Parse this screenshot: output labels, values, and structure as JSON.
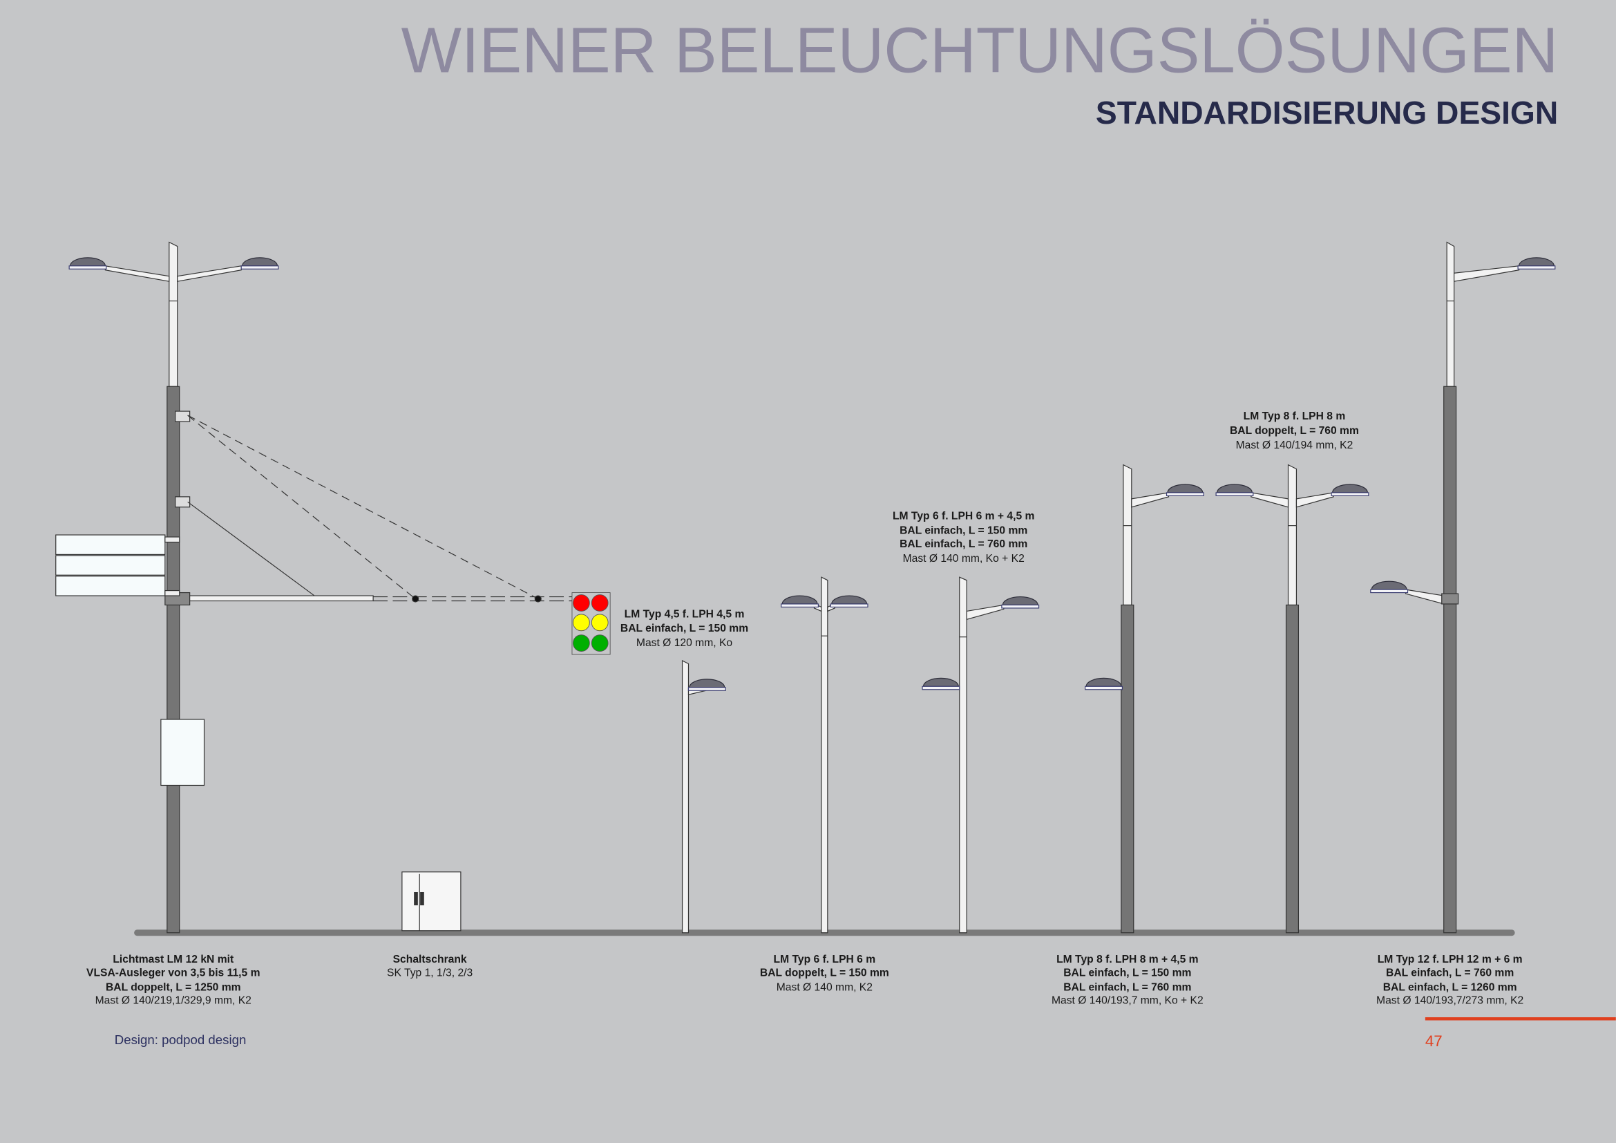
{
  "header": {
    "title": "WIENER BELEUCHTUNGSLÖSUNGEN",
    "subtitle": "STANDARDISIERUNG  DESIGN"
  },
  "labels": {
    "lichtmast": [
      "Lichtmast LM 12 kN mit",
      "VLSA-Ausleger von 3,5 bis 11,5 m",
      "BAL doppelt, L = 1250 mm",
      "Mast Ø 140/219,1/329,9 mm, K2"
    ],
    "schaltschrank": [
      "Schaltschrank",
      "SK Typ 1, 1/3, 2/3"
    ],
    "typ45": [
      "LM Typ 4,5 f. LPH 4,5 m",
      "BAL einfach, L = 150 mm",
      "Mast Ø 120 mm, Ko"
    ],
    "typ6": [
      "LM Typ 6 f. LPH 6 m",
      "BAL doppelt, L = 150 mm",
      "Mast Ø 140 mm, K2"
    ],
    "typ6_45": [
      "LM Typ 6 f. LPH 6 m + 4,5 m",
      "BAL einfach, L = 150 mm",
      "BAL einfach, L = 760 mm",
      "Mast Ø 140 mm, Ko + K2"
    ],
    "typ8_45": [
      "LM Typ 8 f. LPH 8 m + 4,5 m",
      "BAL einfach, L = 150 mm",
      "BAL einfach, L = 760 mm",
      "Mast Ø 140/193,7 mm, Ko + K2"
    ],
    "typ8": [
      "LM Typ 8 f. LPH 8 m",
      "BAL doppelt, L = 760 mm",
      "Mast Ø 140/194 mm, K2"
    ],
    "typ12": [
      "LM Typ 12 f. LPH 12 m + 6 m",
      "BAL einfach, L = 760 mm",
      "BAL einfach, L = 1260 mm",
      "Mast Ø 140/193,7/273 mm, K2"
    ]
  },
  "footer": {
    "credit": "Design: podpod design",
    "page_number": "47"
  },
  "colors": {
    "background": "#c5c6c8",
    "title": "#8e8aa0",
    "subtitle": "#262a4a",
    "accent": "#e0401f"
  }
}
